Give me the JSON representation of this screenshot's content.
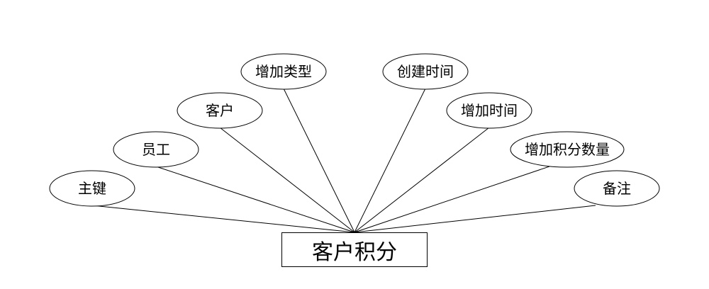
{
  "entity": {
    "name": "客户积分"
  },
  "attributes": [
    {
      "label": "主键"
    },
    {
      "label": "员工"
    },
    {
      "label": "客户"
    },
    {
      "label": "增加类型"
    },
    {
      "label": "创建时间"
    },
    {
      "label": "增加时间"
    },
    {
      "label": "增加积分数量"
    },
    {
      "label": "备注"
    }
  ],
  "colors": {
    "stroke": "#000000",
    "fill": "#ffffff",
    "text": "#000000"
  }
}
